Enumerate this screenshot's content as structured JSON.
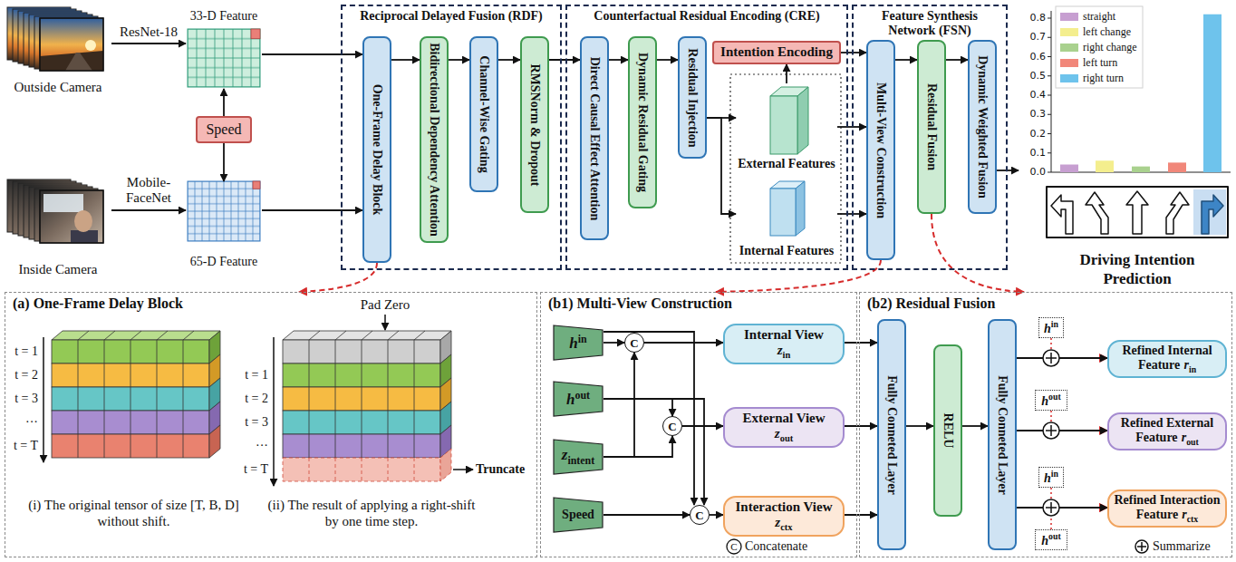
{
  "diagram": {
    "nodes": [
      {
        "text": [
          "Outside Camera"
        ]
      },
      {
        "text": [
          "33-D Feature"
        ]
      },
      {
        "text": [
          "Speed"
        ]
      },
      {
        "text": [
          "Inside Camera"
        ]
      },
      {
        "text": [
          "65-D Feature"
        ]
      },
      {
        "text": [
          "Reciprocal Delayed Fusion (RDF)"
        ]
      },
      {
        "text": [
          "One-Frame Delay Block"
        ],
        "in": 5
      },
      {
        "text": [
          "Bidirectional Dependency Attention"
        ],
        "in": 5
      },
      {
        "text": [
          "Channel-Wise Gating"
        ],
        "in": 5
      },
      {
        "text": [
          "RMSNorm & Dropout"
        ],
        "in": 5
      },
      {
        "text": [
          "Counterfactual Residual Encoding (CRE)"
        ]
      },
      {
        "text": [
          "Direct Causal Effect Attention"
        ],
        "in": 10
      },
      {
        "text": [
          "Dynamic Residual Gating"
        ],
        "in": 10
      },
      {
        "text": [
          "Residual Injection"
        ],
        "in": 10
      },
      {
        "text": [
          "Intention Encoding"
        ],
        "in": 10
      },
      {
        "text": [
          "External Features"
        ],
        "in": 10
      },
      {
        "text": [
          "Internal Features"
        ],
        "in": 10
      },
      {
        "text": [
          "Feature Synthesis Network (FSN)"
        ]
      },
      {
        "text": [
          "Multi-View Construction"
        ],
        "in": 17
      },
      {
        "text": [
          "Residual Fusion"
        ],
        "in": 17
      },
      {
        "text": [
          "Dynamic Weighted Fusion"
        ],
        "in": 17
      },
      {
        "text": [
          "Driving Intention Prediction"
        ]
      },
      {
        "text": [
          "(a) One-Frame Delay Block"
        ]
      },
      {
        "text": [
          "(b1) Multi-View Construction"
        ]
      },
      {
        "text": [
          "h",
          "in"
        ],
        "in": 23
      },
      {
        "text": [
          "h",
          "out"
        ],
        "in": 23
      },
      {
        "text": [
          "z",
          "intent"
        ],
        "in": 23
      },
      {
        "text": [
          "Speed"
        ],
        "in": 23
      },
      {
        "text": [
          "C"
        ],
        "in": 23
      },
      {
        "text": [
          "C"
        ],
        "in": 23
      },
      {
        "text": [
          "C"
        ],
        "in": 23
      },
      {
        "text": [
          "Internal View",
          "z",
          "in"
        ],
        "in": 23
      },
      {
        "text": [
          "External View",
          "z",
          "out"
        ],
        "in": 23
      },
      {
        "text": [
          "Interaction View",
          "z",
          "ctx"
        ],
        "in": 23
      },
      {
        "text": [
          "(b2) Residual Fusion"
        ]
      },
      {
        "text": [
          "Fully Conneted Layer"
        ],
        "in": 34
      },
      {
        "text": [
          "RELU"
        ],
        "in": 34
      },
      {
        "text": [
          "Fully Conneted Layer"
        ],
        "in": 34
      },
      {
        "text": [
          "h",
          "in"
        ],
        "in": 34
      },
      {
        "text": [
          "Refined Internal Feature",
          "r",
          "in"
        ],
        "in": 34
      },
      {
        "text": [
          "h",
          "out"
        ],
        "in": 34
      },
      {
        "text": [
          "Refined External Feature",
          "r",
          "out"
        ],
        "in": 34
      },
      {
        "text": [
          "h",
          "in"
        ],
        "in": 34
      },
      {
        "text": [
          "Refined Interaction Feature",
          "r",
          "ctx"
        ],
        "in": 34
      },
      {
        "text": [
          "h",
          "out"
        ],
        "in": 34
      }
    ],
    "edges": [
      {
        "from": 0,
        "to": 1,
        "arrow": "to",
        "label": "ResNet-18"
      },
      {
        "from": 3,
        "to": 4,
        "arrow": "to",
        "label": "Mobile-FaceNet"
      },
      {
        "from": 2,
        "to": 1,
        "arrow": "to"
      },
      {
        "from": 2,
        "to": 4,
        "arrow": "to"
      },
      {
        "from": 1,
        "to": 6,
        "arrow": "to"
      },
      {
        "from": 4,
        "to": 6,
        "arrow": "to"
      },
      {
        "from": 6,
        "to": 7,
        "arrow": "to"
      },
      {
        "from": 7,
        "to": 8,
        "arrow": "to"
      },
      {
        "from": 8,
        "to": 9,
        "arrow": "to"
      },
      {
        "from": 9,
        "to": 11,
        "arrow": "to"
      },
      {
        "from": 11,
        "to": 12,
        "arrow": "to"
      },
      {
        "from": 12,
        "to": 13,
        "arrow": "to"
      },
      {
        "from": 13,
        "to": 15,
        "arrow": "to"
      },
      {
        "from": 13,
        "to": 16,
        "arrow": "to"
      },
      {
        "from": 15,
        "to": 14,
        "arrow": "to"
      },
      {
        "from": 14,
        "to": 18,
        "arrow": "to"
      },
      {
        "from": 15,
        "to": 18,
        "arrow": "to"
      },
      {
        "from": 16,
        "to": 18,
        "arrow": "to"
      },
      {
        "from": 18,
        "to": 19,
        "arrow": "to"
      },
      {
        "from": 19,
        "to": 20,
        "arrow": "to"
      },
      {
        "from": 20,
        "to": 21,
        "arrow": "to"
      },
      {
        "from": 6,
        "to": 22,
        "arrow": "to"
      },
      {
        "from": 18,
        "to": 23,
        "arrow": "to"
      },
      {
        "from": 19,
        "to": 34,
        "arrow": "to"
      },
      {
        "from": 24,
        "to": 28,
        "arrow": "to"
      },
      {
        "from": 26,
        "to": 28,
        "arrow": "to"
      },
      {
        "from": 25,
        "to": 29,
        "arrow": "to"
      },
      {
        "from": 26,
        "to": 29,
        "arrow": "to"
      },
      {
        "from": 24,
        "to": 30,
        "arrow": "to"
      },
      {
        "from": 25,
        "to": 30,
        "arrow": "to"
      },
      {
        "from": 27,
        "to": 30,
        "arrow": "to"
      },
      {
        "from": 28,
        "to": 31,
        "arrow": "to"
      },
      {
        "from": 29,
        "to": 32,
        "arrow": "to"
      },
      {
        "from": 30,
        "to": 33,
        "arrow": "to"
      },
      {
        "from": 31,
        "to": 35,
        "arrow": "to"
      },
      {
        "from": 32,
        "to": 35,
        "arrow": "to"
      },
      {
        "from": 33,
        "to": 35,
        "arrow": "to"
      },
      {
        "from": 35,
        "to": 36,
        "arrow": "to"
      },
      {
        "from": 36,
        "to": 37,
        "arrow": "to"
      },
      {
        "from": 37,
        "to": 39,
        "arrow": "to"
      },
      {
        "from": 37,
        "to": 41,
        "arrow": "to"
      },
      {
        "from": 37,
        "to": 43,
        "arrow": "to"
      },
      {
        "from": 38,
        "to": 39,
        "arrow": "to"
      },
      {
        "from": 40,
        "to": 41,
        "arrow": "to"
      },
      {
        "from": 42,
        "to": 43,
        "arrow": "to"
      },
      {
        "from": 44,
        "to": 43,
        "arrow": "to"
      }
    ],
    "labels": [
      "0.0",
      "0.1",
      "0.2",
      "0.3",
      "0.4",
      "0.5",
      "0.6",
      "0.7",
      "0.8",
      "Pad Zero",
      "t = 1",
      "t = 2",
      "t = 3",
      "···",
      "t = T",
      "(i) The original tensor of size [T, B, D] without shift.",
      "t = 1",
      "t = 2",
      "t = 3",
      "···",
      "t = T",
      "Truncate",
      "(ii) The result of applying a right-shift by one time step.",
      "C"
    ],
    "legend": [
      {
        "text": "straight",
        "color": "#c79fd1"
      },
      {
        "text": "left change",
        "color": "#f4ee8e"
      },
      {
        "text": "right change",
        "color": "#a9d18e"
      },
      {
        "text": "left turn",
        "color": "#f1877a"
      },
      {
        "text": "right turn",
        "color": "#6ec3ec"
      },
      {
        "text": "Concatenate"
      },
      {
        "text": "Summarize"
      }
    ]
  }
}
